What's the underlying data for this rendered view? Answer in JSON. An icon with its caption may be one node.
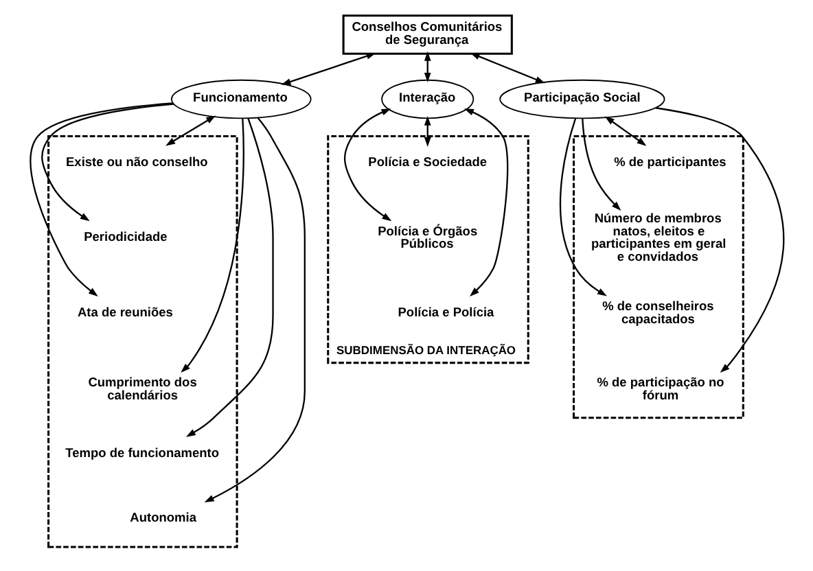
{
  "diagram": {
    "nodes": [
      {
        "text": [
          "Conselhos Comunitários de Segurança"
        ]
      },
      {
        "text": [
          "Funcionamento"
        ]
      },
      {
        "text": [
          "Interação"
        ]
      },
      {
        "text": [
          "Participação Social"
        ]
      },
      {
        "text": [],
        "shape": "box"
      },
      {
        "text": [
          "Existe ou não conselho"
        ],
        "in": 4
      },
      {
        "text": [
          "Periodicidade"
        ],
        "in": 4
      },
      {
        "text": [
          "Ata de reuniões"
        ],
        "in": 4
      },
      {
        "text": [
          "Cumprimento dos calendários"
        ],
        "in": 4
      },
      {
        "text": [
          "Tempo de funcionamento"
        ],
        "in": 4
      },
      {
        "text": [
          "Autonomia"
        ],
        "in": 4
      },
      {
        "text": [
          "SUBDIMENSÃO DA INTERAÇÃO"
        ]
      },
      {
        "text": [
          "Polícia e Sociedade"
        ],
        "in": 11
      },
      {
        "text": [
          "Polícia e Órgãos Públicos"
        ],
        "in": 11
      },
      {
        "text": [
          "Polícia e Polícia"
        ],
        "in": 11
      },
      {
        "text": [],
        "shape": "box"
      },
      {
        "text": [
          "% de participantes"
        ],
        "in": 15
      },
      {
        "text": [
          "Número de membros natos, eleitos e participantes em geral e convidados"
        ],
        "in": 15
      },
      {
        "text": [
          "% de conselheiros capacitados"
        ],
        "in": 15
      },
      {
        "text": [
          "% de participação no fórum"
        ],
        "in": 15
      }
    ],
    "edges": [
      {
        "from": 0,
        "to": 1,
        "arrow": "both"
      },
      {
        "from": 0,
        "to": 2,
        "arrow": "both"
      },
      {
        "from": 0,
        "to": 3,
        "arrow": "both"
      },
      {
        "from": 1,
        "to": 5,
        "arrow": "both"
      },
      {
        "from": 1,
        "to": 6,
        "arrow": "to"
      },
      {
        "from": 1,
        "to": 7,
        "arrow": "to"
      },
      {
        "from": 1,
        "to": 8,
        "arrow": "to"
      },
      {
        "from": 1,
        "to": 9,
        "arrow": "to"
      },
      {
        "from": 1,
        "to": 10,
        "arrow": "to"
      },
      {
        "from": 2,
        "to": 12,
        "arrow": "both"
      },
      {
        "from": 2,
        "to": 14,
        "arrow": "both"
      },
      {
        "from": 2,
        "to": 13,
        "arrow": "both"
      },
      {
        "from": 3,
        "to": 16,
        "arrow": "both"
      },
      {
        "from": 3,
        "to": 17,
        "arrow": "to"
      },
      {
        "from": 3,
        "to": 18,
        "arrow": "to"
      },
      {
        "from": 3,
        "to": 19,
        "arrow": "to"
      }
    ]
  }
}
